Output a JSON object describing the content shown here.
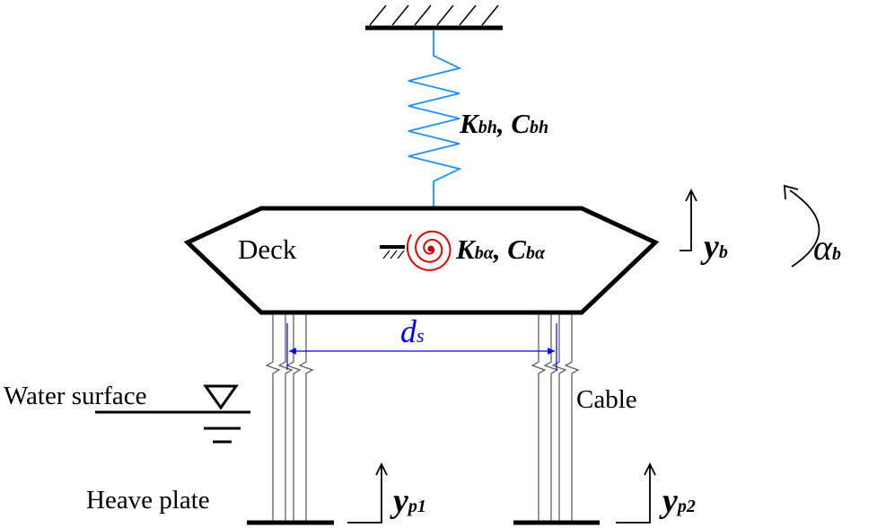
{
  "labels": {
    "spring_k": "K",
    "spring_k_sub": "bh",
    "spring_sep": ",",
    "spring_c": "C",
    "spring_c_sub": "bh",
    "deck": "Deck",
    "torsion_k": "K",
    "torsion_k_sub": "bα",
    "torsion_sep": ",",
    "torsion_c": "C",
    "torsion_c_sub": "bα",
    "yb": "y",
    "yb_sub": "b",
    "alpha": "α",
    "alpha_sub": "b",
    "ds": "d",
    "ds_sub": "s",
    "water_surface": "Water surface",
    "cable": "Cable",
    "heave_plate": "Heave plate",
    "yp1": "y",
    "yp1_sub": "p1",
    "yp2": "y",
    "yp2_sub": "p2"
  },
  "colors": {
    "line": "#000000",
    "spring": "#1e90ff",
    "torsion_spring": "#e00000",
    "torsion_center": "#c00000",
    "dimension": "#0000ff",
    "cable": "#555555"
  }
}
